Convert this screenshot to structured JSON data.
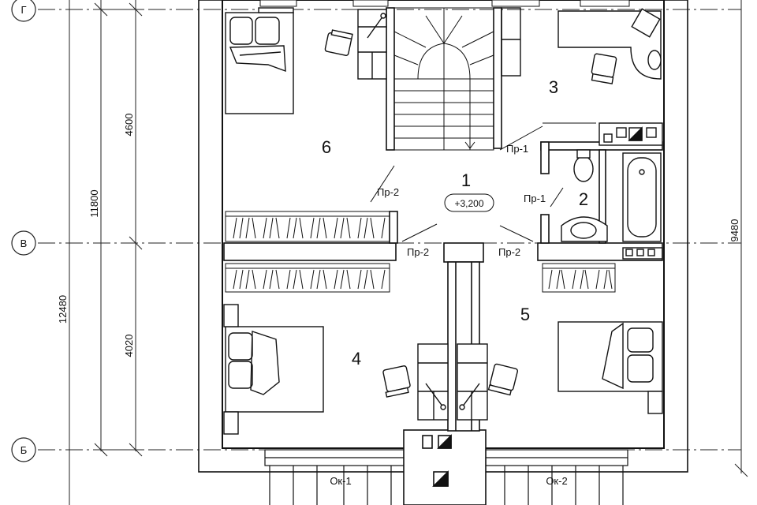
{
  "axes": {
    "g": "Г",
    "v": "В",
    "b": "Б"
  },
  "dimensions": {
    "d4600": "4600",
    "d11800": "11800",
    "d12480": "12480",
    "d4020": "4020",
    "d9480": "9480"
  },
  "rooms": {
    "r1": "1",
    "r2": "2",
    "r3": "3",
    "r4": "4",
    "r5": "5",
    "r6": "6"
  },
  "elevation": "+3,200",
  "openings": {
    "pr1_top": "Пр-1",
    "pr1_mid": "Пр-1",
    "pr2_left_top": "Пр-2",
    "pr2_left_bottom": "Пр-2",
    "pr2_right_bottom": "Пр-2"
  },
  "windows": {
    "ok1": "Ок-1",
    "ok2": "Ок-2"
  }
}
